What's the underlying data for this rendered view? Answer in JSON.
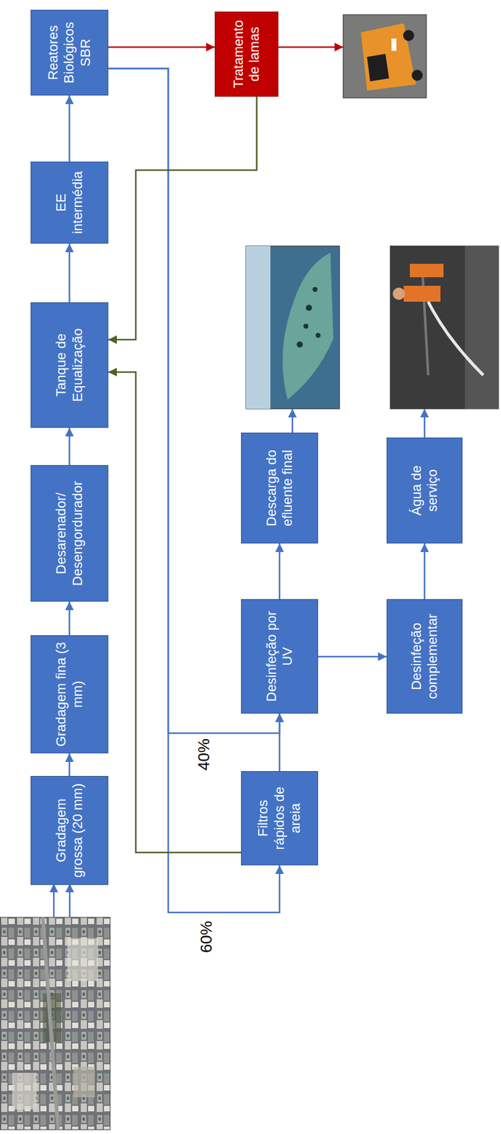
{
  "diagram": {
    "nodes": [
      {
        "text": [
          "Gradagem grossa (20 mm)"
        ]
      },
      {
        "text": [
          "Gradagem fina (3 mm)"
        ]
      },
      {
        "text": [
          "Desarenador/ Desengordurador"
        ]
      },
      {
        "text": [
          "Tanque de Equalização"
        ]
      },
      {
        "text": [
          "EE intermédia"
        ]
      },
      {
        "text": [
          "Reatores Biológicos SBR"
        ]
      },
      {
        "text": [
          "Tratamento de lamas"
        ]
      },
      {
        "text": [
          "Filtros rápidos de areia"
        ]
      },
      {
        "text": [
          "Desinfeção por UV"
        ]
      },
      {
        "text": [
          "Descarga do efluente final"
        ]
      },
      {
        "text": [
          "Desinfeção complementar"
        ]
      },
      {
        "text": [
          "Água de serviço"
        ]
      }
    ],
    "edges": [
      {
        "from": 0,
        "to": 1,
        "arrow": "to"
      },
      {
        "from": 1,
        "to": 2,
        "arrow": "to"
      },
      {
        "from": 2,
        "to": 3,
        "arrow": "to"
      },
      {
        "from": 3,
        "to": 4,
        "arrow": "to"
      },
      {
        "from": 4,
        "to": 5,
        "arrow": "to"
      },
      {
        "from": 5,
        "to": 6,
        "arrow": "to"
      },
      {
        "from": 5,
        "to": 7,
        "label": "60%",
        "arrow": "to"
      },
      {
        "from": 5,
        "to": 8,
        "label": "40%",
        "arrow": "to"
      },
      {
        "from": 7,
        "to": 8,
        "arrow": "to"
      },
      {
        "from": 8,
        "to": 9,
        "arrow": "to"
      },
      {
        "from": 8,
        "to": 10,
        "arrow": "to"
      },
      {
        "from": 10,
        "to": 11,
        "arrow": "to"
      },
      {
        "from": 6,
        "to": 3,
        "arrow": "to"
      },
      {
        "from": 7,
        "to": 3,
        "arrow": "to"
      }
    ]
  }
}
